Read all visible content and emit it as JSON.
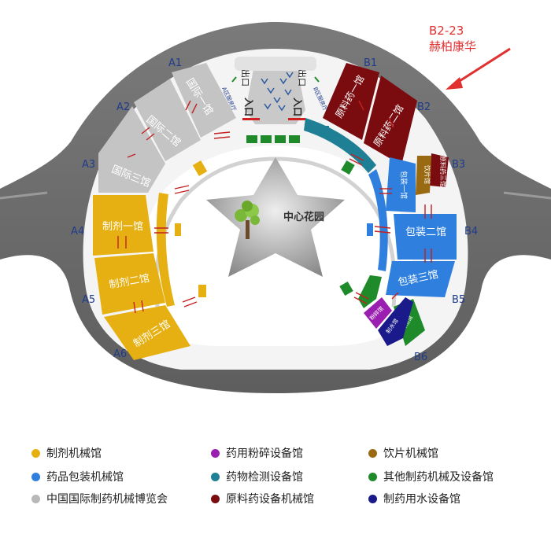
{
  "map": {
    "center": "中心花园",
    "gate_labels": {
      "exit": "出口",
      "entry": "入口"
    },
    "side_labels": {
      "a_side": "A区服务厅",
      "b_side": "B区服务厅"
    },
    "zones": {
      "a1": "A1",
      "a2": "A2",
      "a3": "A3",
      "a4": "A4",
      "a5": "A5",
      "a6": "A6",
      "b1": "B1",
      "b2": "B2",
      "b3": "B3",
      "b4": "B4",
      "b5": "B5",
      "b6": "B6"
    },
    "halls": {
      "intl1": "国际一馆",
      "intl2": "国际二馆",
      "intl3": "国际三馆",
      "prep1": "制剂一馆",
      "prep2": "制剂二馆",
      "prep3": "制剂三馆",
      "raw1": "原料药一馆",
      "raw2": "原料药二馆",
      "raw3": "原料药三馆",
      "pack1": "包装一馆",
      "pack2": "包装二馆",
      "pack3": "包装三馆",
      "yinpian": "饮片馆",
      "fensui": "粉碎馆",
      "zhishui": "制水馆",
      "qita": "其他馆"
    }
  },
  "annotation": {
    "booth": "B2-23",
    "company": "赫柏康华"
  },
  "legend": [
    {
      "label": "制剂机械馆",
      "color": "#e6b012"
    },
    {
      "label": "药用粉碎设备馆",
      "color": "#9a1fb0"
    },
    {
      "label": "饮片机械馆",
      "color": "#9a6a12"
    },
    {
      "label": "药品包装机械馆",
      "color": "#2f7fde"
    },
    {
      "label": "药物检测设备馆",
      "color": "#1e7f95"
    },
    {
      "label": "其他制药机械及设备馆",
      "color": "#1e8a2a"
    },
    {
      "label": "中国国际制药机械博览会",
      "color": "#b8b8b8"
    },
    {
      "label": "原料药设备机械馆",
      "color": "#7a0c10"
    },
    {
      "label": "制药用水设备馆",
      "color": "#1b1a8a"
    }
  ],
  "colors": {
    "ring": "#6e6e6e",
    "gray": "#c4c4c4",
    "yellow": "#e6b012",
    "blue": "#2f7fde",
    "maroon": "#7a0c10",
    "teal": "#1e7f95",
    "green": "#1e8a2a",
    "purple": "#9a1fb0",
    "navy": "#1b1a8a",
    "brown": "#9a6a12",
    "arrow": "#c42020",
    "zone_text": "#1f3c8a",
    "annotation": "#e03030"
  }
}
